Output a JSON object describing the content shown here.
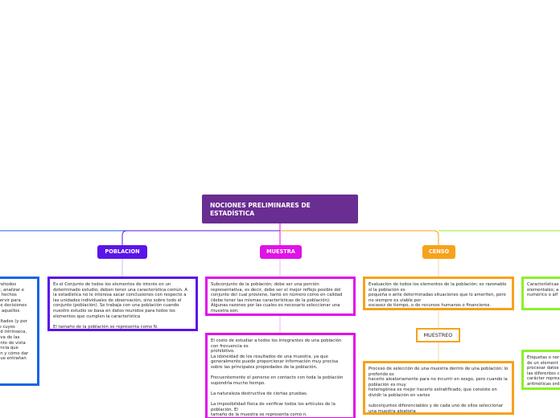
{
  "root": {
    "title": "NOCIONES PRELIMINARES DE ESTADÍSTICA"
  },
  "colors": {
    "root": "#6a2d91",
    "poblacion": "#5b14e8",
    "muestra": "#e012e6",
    "censo": "#f7a21b",
    "left": "#1565e6",
    "right": "#8ef02b"
  },
  "branches": {
    "poblacion": {
      "label": "POBLACION",
      "text": "Es el Conjunto de todos los elementos de interés en un determinado estudio; deben tener una característica común. A la estadística no le interesa sacar conclusiones con respecto a las unidades individuales de observación, sino sobre todo el conjunto (población). Se trabaja con una población cuando nuestro estudio se basa en datos reunidos para todos los elementos que cumplen la característica\n\nEl tamaño de la población se representa como N."
    },
    "muestra": {
      "label": "MUESTRA",
      "text1": "Subconjunto de la población; debe ser una porción representativa, es decir, debe ser el mejor reflejo posible del conjunto del cual proviene, tanto en número como en calidad (debe tener las mismas características de la población).\nAlgunas razones por las cuales es necesario seleccionar una muestra son:",
      "text2": "El costo de estudiar a todos los integrantes de una población con frecuencia es\nprohibitivo.\nLa idoneidad de los resultados de una muestra, ya que generalmente puede proporcionar información muy precisa sobre las principales propiedades de la población.\n\nFrecuentemente el ponerse en contacto con toda la población supondría mucho tiempo.\n\nLa naturaleza destructiva de ciertas pruebas.\n\nLa imposibilidad física de verificar todos los artículos de la población.                                                                                   El\ntamaño de la muestra se representa como n."
    },
    "censo": {
      "label": "CENSO",
      "text": "Evaluación de todos los elementos de la población; es razonable si la población es\npequeña o ante determinadas situaciones que lo ameriten, pero no siempre es viable por\nescasez de tiempo, o de recursos humanos o financieros.",
      "sub_label": "MUESTREO",
      "sub_text": "Proceso de selección de una muestra dentro de una población; lo preferido es\nhacerlo aleatoriamente para no incurrir en sesgo, pero cuando la población es muy\nheterogénea es mejor hacerlo estratificado, que consiste en dividir la población en varios\n\nsubconjuntos diferenciables y de cada uno de ellos seleccionar una muestra aleatoria"
    },
    "left": {
      "text": "métodos\nir, analizar e\ny hechos\nservir para\nde decisiones\nn aquellos\n\nultados (y por\nlo cuyos\nad intrínseca,\ntiva de las\nunto de  vista\nencia que\nón y cómo dar\nque entrañan"
    },
    "right": {
      "text1": "Características\nelementales; a\nnumérico o alf",
      "text2": "Etiquetas o nor\nde un element\nprocesar datos\nlas diferentes c\ncarácter repres\naritméticas ord"
    }
  }
}
